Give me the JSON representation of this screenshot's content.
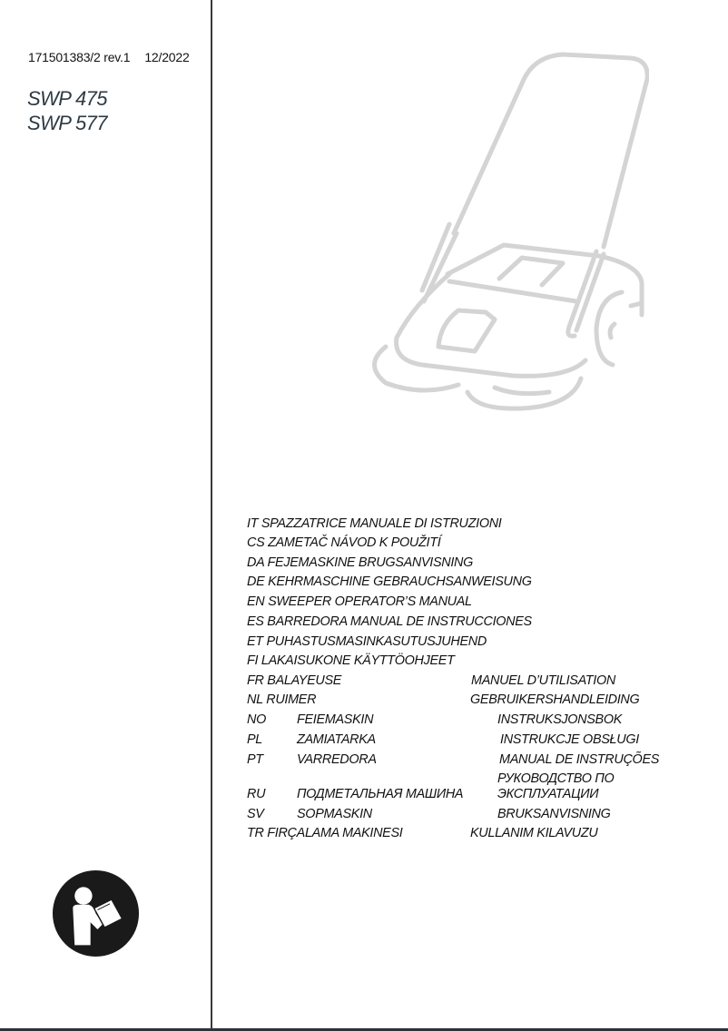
{
  "header": {
    "doc_code": "171501383/2 rev.1",
    "date": "12/2022",
    "models": [
      "SWP 475",
      "SWP 577"
    ]
  },
  "illustration": {
    "icon": "floor-sweeper-illustration",
    "color": "#d4d4d4"
  },
  "titles": [
    {
      "lang": "IT",
      "machine": "SPAZZATRICE",
      "manual": "MANUALE DI ISTRUZIONI",
      "text": "IT  SPAZZATRICE MANUALE DI ISTRUZIONI"
    },
    {
      "lang": "CS",
      "machine": "ZAMETAČ",
      "manual": "NÁVOD K POUŽITÍ",
      "text": "CS  ZAMETAČ NÁVOD K POUŽITÍ"
    },
    {
      "lang": "DA",
      "machine": "FEJEMASKINE",
      "manual": "BRUGSANVISNING",
      "text": "DA FEJEMASKINE BRUGSANVISNING"
    },
    {
      "lang": "DE",
      "machine": "KEHRMASCHINE",
      "manual": "GEBRAUCHSANWEISUNG",
      "text": "DE KEHRMASCHINE GEBRAUCHSANWEISUNG"
    },
    {
      "lang": "EN",
      "machine": "SWEEPER",
      "manual": "OPERATOR’S MANUAL",
      "text": "EN SWEEPER OPERATOR’S MANUAL"
    },
    {
      "lang": "ES",
      "machine": "BARREDORA",
      "manual": "MANUAL DE INSTRUCCIONES",
      "text": "ES BARREDORA MANUAL DE INSTRUCCIONES"
    },
    {
      "lang": "ET",
      "machine": "PUHASTUSMASIN",
      "manual": "KASUTUSJUHEND",
      "text": "ET PUHASTUSMASINKASUTUSJUHEND"
    },
    {
      "lang": "FI",
      "machine": "LAKAISUKONE",
      "manual": "KÄYTTÖOHJEET",
      "text": "FI LAKAISUKONE KÄYTTÖOHJEET"
    },
    {
      "lang": "FR",
      "left": "FR BALAYEUSE",
      "manual": "MANUEL D’UTILISATION"
    },
    {
      "lang": "NL",
      "left": "NL RUIMER",
      "manual": "GEBRUIKERSHANDLEIDING"
    },
    {
      "lang": "NO",
      "machine": "FEIEMASKIN",
      "manual": "INSTRUKSJONSBOK"
    },
    {
      "lang": "PL",
      "machine": "ZAMIATARKA",
      "manual": "INSTRUKCJE OBSŁUGI"
    },
    {
      "lang": "PT",
      "machine": "VARREDORA",
      "manual": "MANUAL DE INSTRUÇÕES"
    },
    {
      "lang": "RU",
      "machine": "ПОДМЕТАЛЬНАЯ МАШИНА",
      "manual_line1": "РУКОВОДСТВО ПО",
      "manual_line2": "ЭКСПЛУАТАЦИИ"
    },
    {
      "lang": "SV",
      "machine": "SOPMASKIN",
      "manual": "BRUKSANVISNING"
    },
    {
      "lang": "TR",
      "left": "TR FIRÇALAMA MAKINESI",
      "manual": "KULLANIM KILAVUZU"
    }
  ],
  "footer": {
    "icon": "read-manual-icon"
  }
}
